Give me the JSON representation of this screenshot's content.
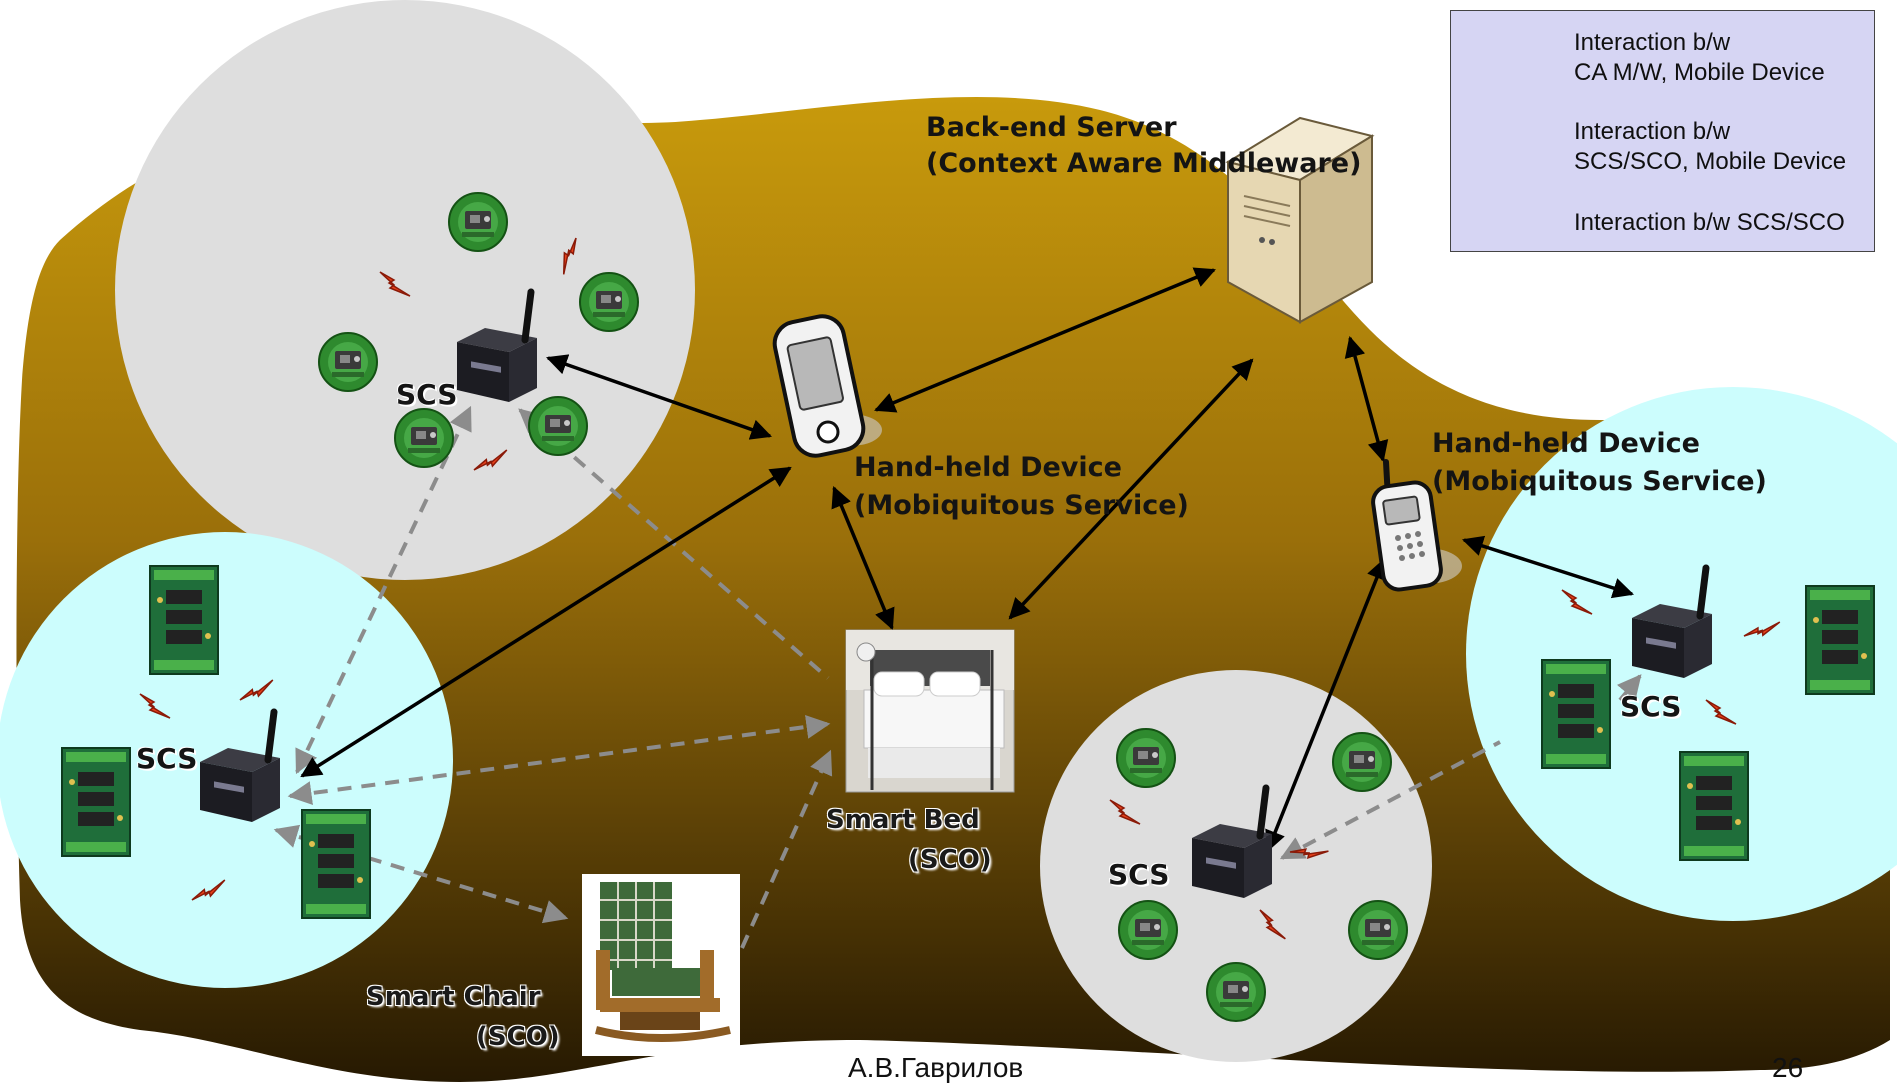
{
  "labels": {
    "backend_server_1": "Back-end Server",
    "backend_server_2": "(Context Aware Middleware)",
    "handheld_left_1": "Hand-held Device",
    "handheld_left_2": "(Mobiquitous Service)",
    "handheld_right_1": "Hand-held Device",
    "handheld_right_2": "(Mobiquitous Service)",
    "smart_bed_1": "Smart Bed",
    "smart_bed_2": "(SCO)",
    "smart_chair_1": "Smart Chair",
    "smart_chair_2": "(SCO)",
    "scs": "SCS"
  },
  "legend": {
    "item1_line1": "Interaction b/w",
    "item1_line2": "CA M/W, Mobile Device",
    "item2_line1": "Interaction b/w",
    "item2_line2": "SCS/SCO, Mobile Device",
    "item3": "Interaction b/w SCS/SCO"
  },
  "footer": {
    "author": "А.В.Гаврилов",
    "page_number": "26"
  },
  "colors": {
    "blob_top": "#c89a0c",
    "blob_bottom": "#2a1c04",
    "gray_circle": "#dedede",
    "cyan_circle": "#ccfdfd",
    "solid_arrow": "#000000",
    "dashed_arrow": "#8c8c8c",
    "legend_bg": "#d6d5f3",
    "spark": "#dd2a10"
  },
  "icons": [
    "server-icon",
    "pda-icon",
    "mobile-phone-icon",
    "bed-image",
    "chair-image",
    "sensor-node-icon",
    "sensor-board-icon",
    "gateway-box-icon",
    "lightning-icon"
  ]
}
